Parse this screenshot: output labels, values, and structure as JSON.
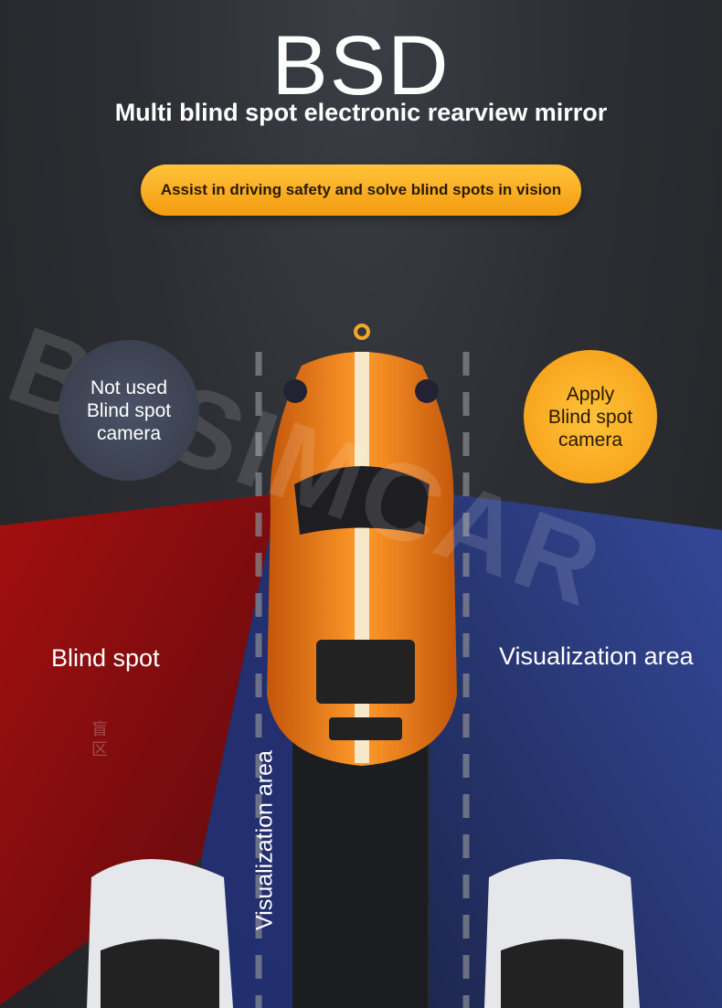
{
  "header": {
    "title": "BSD",
    "subtitle": "Multi blind spot electronic rearview mirror"
  },
  "banner": {
    "text": "Assist in driving safety and solve blind spots in vision"
  },
  "left_circle": {
    "line1": "Not used",
    "line2": "Blind spot",
    "line3": "camera"
  },
  "right_circle": {
    "line1": "Apply",
    "line2": "Blind spot",
    "line3": "camera"
  },
  "zones": {
    "blind_spot": "Blind spot",
    "blind_spot_cn_1": "盲",
    "blind_spot_cn_2": "区",
    "visualization_right": "Visualization area",
    "visualization_vertical": "Visualization area"
  },
  "watermark": "BCSIMCAR",
  "colors": {
    "accent": "#f5a623",
    "blind": "#8f0d0d",
    "visual": "#2b3d7a",
    "car": "#f07a10"
  }
}
